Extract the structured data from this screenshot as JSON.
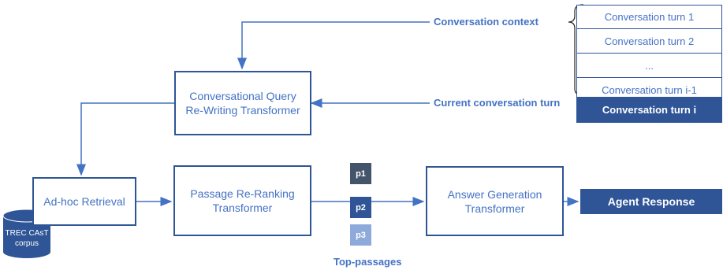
{
  "labels": {
    "conversation_context": "Conversation context",
    "current_turn": "Current conversation turn",
    "top_passages": "Top-passages"
  },
  "boxes": {
    "cqr": "Conversational Query\nRe-Writing Transformer",
    "adhoc": "Ad-hoc Retrieval",
    "rerank": "Passage Re-Ranking\nTransformer",
    "answer": "Answer Generation\nTransformer"
  },
  "turns": [
    "Conversation turn 1",
    "Conversation turn 2",
    "...",
    "Conversation turn i-1",
    "Conversation turn i"
  ],
  "passages": [
    "p1",
    "p2",
    "p3"
  ],
  "response": "Agent Response",
  "corpus": "TREC CAsT\ncorpus",
  "colors": {
    "primary": "#2f5597",
    "accent": "#4472c4",
    "p1": "#44546a",
    "p2": "#2f5597",
    "p3": "#8eaadb"
  }
}
